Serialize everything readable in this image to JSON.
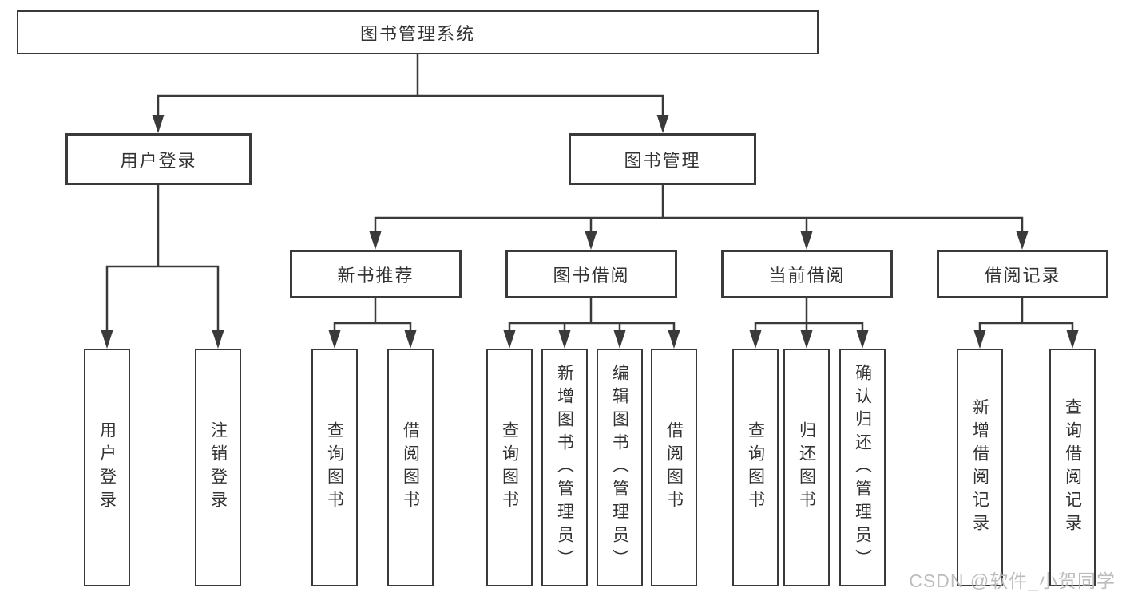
{
  "diagram": {
    "root": "图书管理系统",
    "level2": [
      "用户登录",
      "图书管理"
    ],
    "level3": [
      "新书推荐",
      "图书借阅",
      "当前借阅",
      "借阅记录"
    ],
    "leaves": {
      "login": [
        "用户登录",
        "注销登录"
      ],
      "newbook": [
        "查询图书",
        "借阅图书"
      ],
      "borrow": [
        "查询图书",
        "新增图书（管理员）",
        "编辑图书（管理员）",
        "借阅图书"
      ],
      "current": [
        "查询图书",
        "归还图书",
        "确认归还（管理员）"
      ],
      "records": [
        "新增借阅记录",
        "查询借阅记录"
      ]
    },
    "watermark": "CSDN @软件_小贺同学",
    "colors": {
      "line": "#3a3a3a",
      "text": "#333333",
      "node_background": "#ffffff",
      "watermark": "#b9b9b9",
      "background": "#ffffff"
    }
  }
}
